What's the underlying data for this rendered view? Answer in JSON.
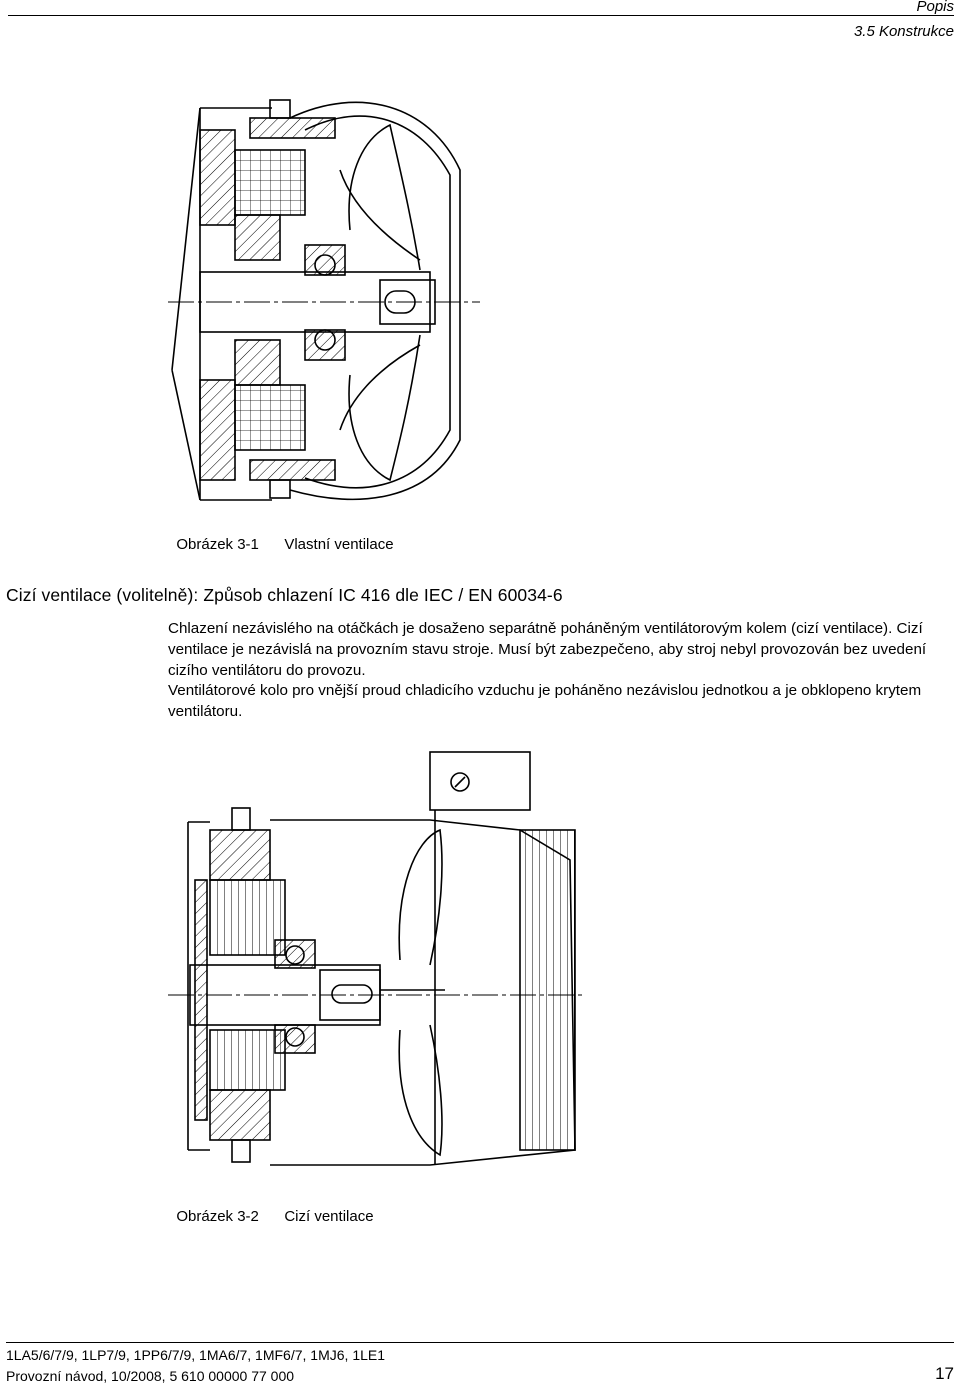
{
  "header": {
    "section": "Popis",
    "subsection": "3.5 Konstrukce"
  },
  "figure1": {
    "number": "Obrázek 3-1",
    "caption": "Vlastní ventilace"
  },
  "section": {
    "heading": "Cizí ventilace (volitelně): Způsob chlazení IC 416 dle IEC / EN 60034-6",
    "paragraphs": [
      "Chlazení nezávislého na otáčkách je dosaženo separátně poháněným ventilátorovým kolem (cizí ventilace). Cizí ventilace je nezávislá na provozním stavu stroje. Musí být zabezpečeno, aby stroj nebyl provozován bez uvedení cizího ventilátoru do provozu.",
      "Ventilátorové kolo pro vnější proud chladicího vzduchu je poháněno nezávislou jednotkou a je obklopeno krytem ventilátoru."
    ]
  },
  "figure2": {
    "number": "Obrázek 3-2",
    "caption": "Cizí ventilace"
  },
  "footer": {
    "models": "1LA5/6/7/9, 1LP7/9, 1PP6/7/9, 1MA6/7, 1MF6/7, 1MJ6, 1LE1",
    "doc": "Provozní návod, 10/2008, 5 610 00000 77 000",
    "page": "17"
  }
}
